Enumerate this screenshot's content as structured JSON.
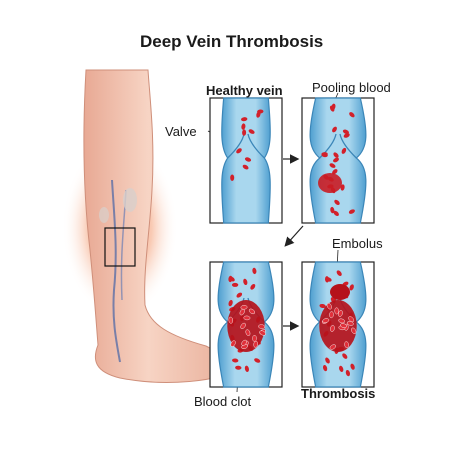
{
  "title": "Deep Vein Thrombosis",
  "labels": {
    "healthy_vein": "Healthy vein",
    "pooling_blood": "Pooling blood",
    "valve": "Valve",
    "embolus": "Embolus",
    "blood_clot": "Blood clot",
    "thrombosis": "Thrombosis"
  },
  "colors": {
    "vein_wall": "#5aa9d6",
    "vein_inner": "#a9d7ee",
    "blood_cell": "#d2202a",
    "skin": "#f4c6b2",
    "inflammation": "#ef6b3a",
    "frame": "#222222"
  }
}
